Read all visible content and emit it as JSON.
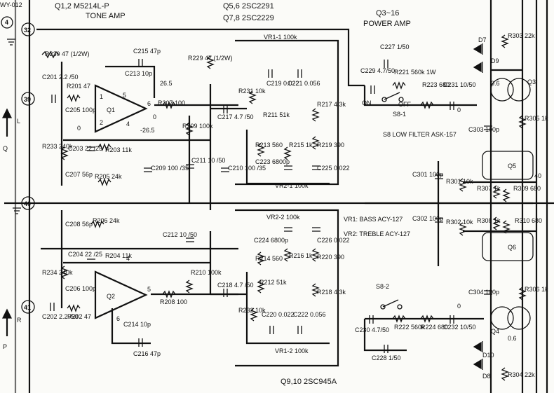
{
  "headers": {
    "q12_line": "Q1,2 M5214L-P",
    "tone_amp": "TONE AMP",
    "q56_line": "Q5,6 2SC2291",
    "q78_line": "Q7,8 2SC2229",
    "q3_16": "Q3~16",
    "power_amp": "POWER AMP",
    "q910_line": "Q9,10 2SC945A",
    "top_left_tag": "WY-012"
  },
  "nodes": {
    "n4": "4",
    "n32": "32",
    "n39": "39",
    "n40": "40",
    "n41": "41"
  },
  "side_labels": {
    "L": "L",
    "Q": "Q",
    "R": "R",
    "P": "P"
  },
  "opamps": {
    "q1": "Q1",
    "q2": "Q2",
    "q1_p5": "5",
    "q1_p6": "6",
    "q1_p4": "4",
    "q1_p2": "2",
    "q1_p1": "1",
    "q2_p4": "4",
    "q2_p5": "5",
    "q2_p6": "6"
  },
  "upper": {
    "r230": "R230 47 (1/2W)",
    "c201": "C201 2.2 /50",
    "r201": "R201 47",
    "c205": "C205 100p",
    "zero1": "0",
    "r233": "R233 240k",
    "c203": "C203 22 /25",
    "c207": "C207 56p",
    "r205": "R205 24k",
    "r203": "R203 11k",
    "c215": "C215 47p",
    "c213": "C213 10p",
    "r229": "R229 47 (1/2W)",
    "v265": "26.5",
    "vm265": "-26.5",
    "zero2": "0",
    "r207": "R207 100",
    "r209": "R209 100k",
    "c209": "C209 100 /35",
    "c211": "C211 10 /50",
    "c210": "C210 100 /35",
    "c217": "C217 4.7 /50",
    "vr11": "VR1-1 100k",
    "r231": "R231 10k",
    "c219": "C219 0.022",
    "c221": "C221 0.056",
    "r211": "R211 51k",
    "r217": "R217 4.3k",
    "r213": "R213 560",
    "r215": "R215 1k",
    "r219": "R219 390",
    "c223": "C223 6800p",
    "c225": "C225 0.022",
    "vr21": "VR2-1 100k"
  },
  "lower": {
    "r206": "R206 24k",
    "c208": "C208 56p",
    "c204": "C204 22 /25",
    "r204": "R204 11k",
    "r234": "R234 240k",
    "c206": "C206 100p",
    "c202": "C202 2.2 /50",
    "r202": "R202 47",
    "c212": "C212 10 /50",
    "r210": "R210 100k",
    "r208": "R208 100",
    "c214": "C214 10p",
    "c216": "C216 47p",
    "c218": "C218 4.7 /50",
    "vr22": "VR2-2 100k",
    "c224": "C224 6800p",
    "c226": "C226 0.022",
    "r214": "R214 560",
    "r216": "R216 1k",
    "r220": "R220 390",
    "r212": "R212 51k",
    "r218": "R218 4.3k",
    "r232": "R232 10k",
    "c220": "C220 0.022",
    "c222": "C222 0.056",
    "vr12": "VR1-2 100k"
  },
  "vr_legend": {
    "vr1": "VR1: BASS ACY-127",
    "vr2": "VR2: TREBLE ACY-127"
  },
  "power": {
    "c227": "C227 1/50",
    "c229": "C229 4.7/50",
    "r221": "R221 560k 1W",
    "on": "ON",
    "off": "OFF",
    "s81": "S8-1",
    "s8_title": "S8 LOW FILTER ASK-157",
    "r223": "R223 680",
    "c231": "C231 10/50",
    "r303": "R303 22k",
    "d7": "D7",
    "d9": "D9",
    "q3": "Q3",
    "r305": "R305 1k",
    "c303": "C303 100p",
    "q5": "Q5",
    "v40": "40",
    "c301": "C301 100p",
    "r301": "R301 10k",
    "r307": "R307 1k",
    "r309": "R309 680",
    "c302": "C302 100p",
    "r302": "R302 10k",
    "r308": "R308 1k",
    "r310": "R310 680",
    "q6": "Q6",
    "s82": "S8-2",
    "c230": "C230 4.7/50",
    "r222": "R222 560k",
    "r224": "R224 680",
    "c232": "C232 10/50",
    "c228": "C228 1/50",
    "c304": "C304 100p",
    "r306": "R306 1k",
    "q4": "Q4",
    "d10": "D10",
    "d8": "D8",
    "r304": "R304 22k",
    "v06a": "0.6",
    "v06b": "0.6",
    "v0a": "0",
    "v0b": "0"
  }
}
